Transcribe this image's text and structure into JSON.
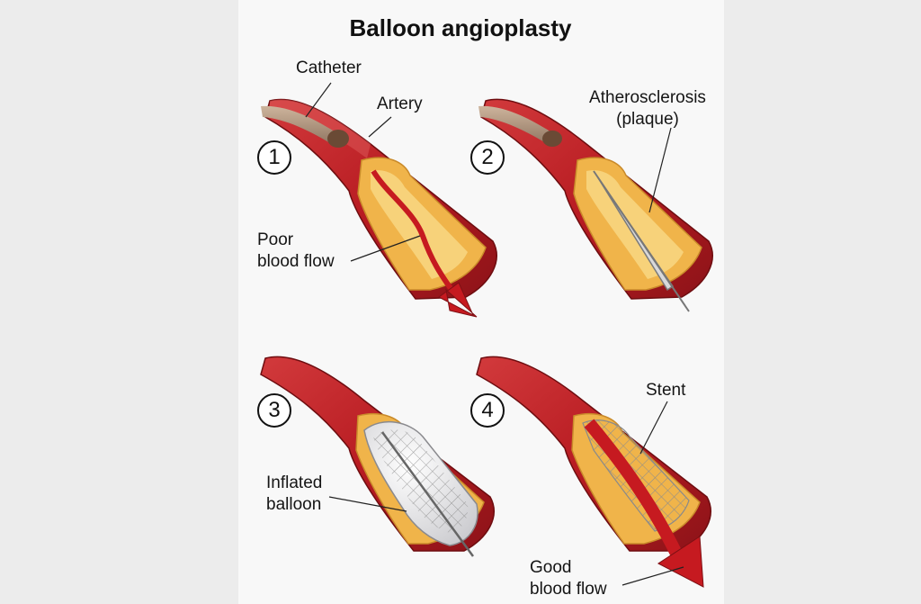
{
  "title": "Balloon angioplasty",
  "steps": {
    "s1": "1",
    "s2": "2",
    "s3": "3",
    "s4": "4"
  },
  "labels": {
    "catheter": "Catheter",
    "artery": "Artery",
    "poor_flow_1": "Poor",
    "poor_flow_2": "blood flow",
    "plaque_1": "Atherosclerosis",
    "plaque_2": "(plaque)",
    "balloon_1": "Inflated",
    "balloon_2": "balloon",
    "stent": "Stent",
    "good_flow_1": "Good",
    "good_flow_2": "blood flow"
  },
  "colors": {
    "artery_wall": "#b81c22",
    "artery_dark": "#7e1014",
    "plaque": "#e5a53a",
    "plaque_light": "#f6cf72",
    "catheter": "#a58a72",
    "blood": "#c61a20",
    "balloon": "#e6e6e8",
    "stent": "#9a9a9a"
  }
}
